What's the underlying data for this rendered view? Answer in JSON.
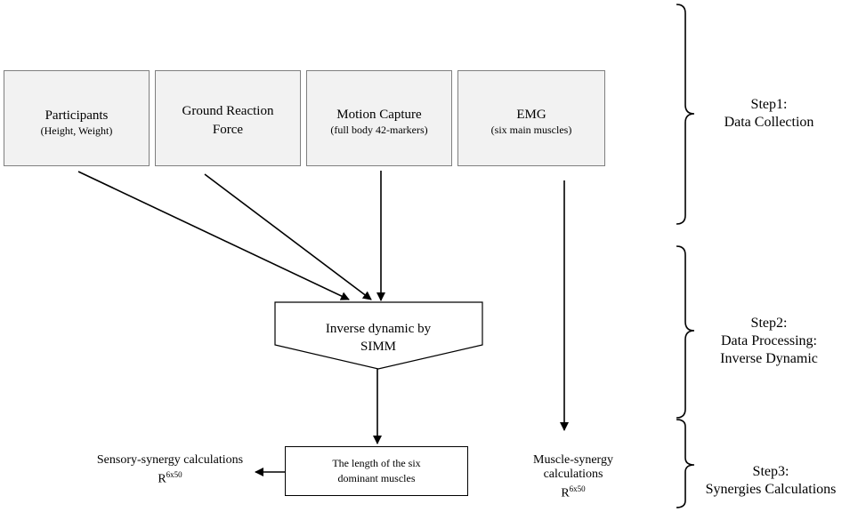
{
  "inputs": [
    {
      "title": "Participants",
      "detail": "(Height, Weight)"
    },
    {
      "title": "Ground Reaction",
      "detail": "Force"
    },
    {
      "title": "Motion Capture",
      "detail": "(full body 42-markers)"
    },
    {
      "title": "EMG",
      "detail": "(six main muscles)"
    }
  ],
  "process": {
    "line1": "Inverse dynamic by",
    "line2": "SIMM"
  },
  "muscle_length": {
    "line1": "The length of the six",
    "line2": "dominant muscles"
  },
  "sensory": {
    "line1": "Sensory-synergy calculations",
    "base": "R",
    "exp": "6x50"
  },
  "muscle_synergy": {
    "line1": "Muscle-synergy",
    "line2": "calculations",
    "base": "R",
    "exp": "6x50"
  },
  "steps": [
    {
      "line1": "Step1:",
      "line2": "Data Collection",
      "line3": ""
    },
    {
      "line1": "Step2:",
      "line2": "Data Processing:",
      "line3": "Inverse Dynamic"
    },
    {
      "line1": "Step3:",
      "line2": "Synergies Calculations",
      "line3": ""
    }
  ]
}
